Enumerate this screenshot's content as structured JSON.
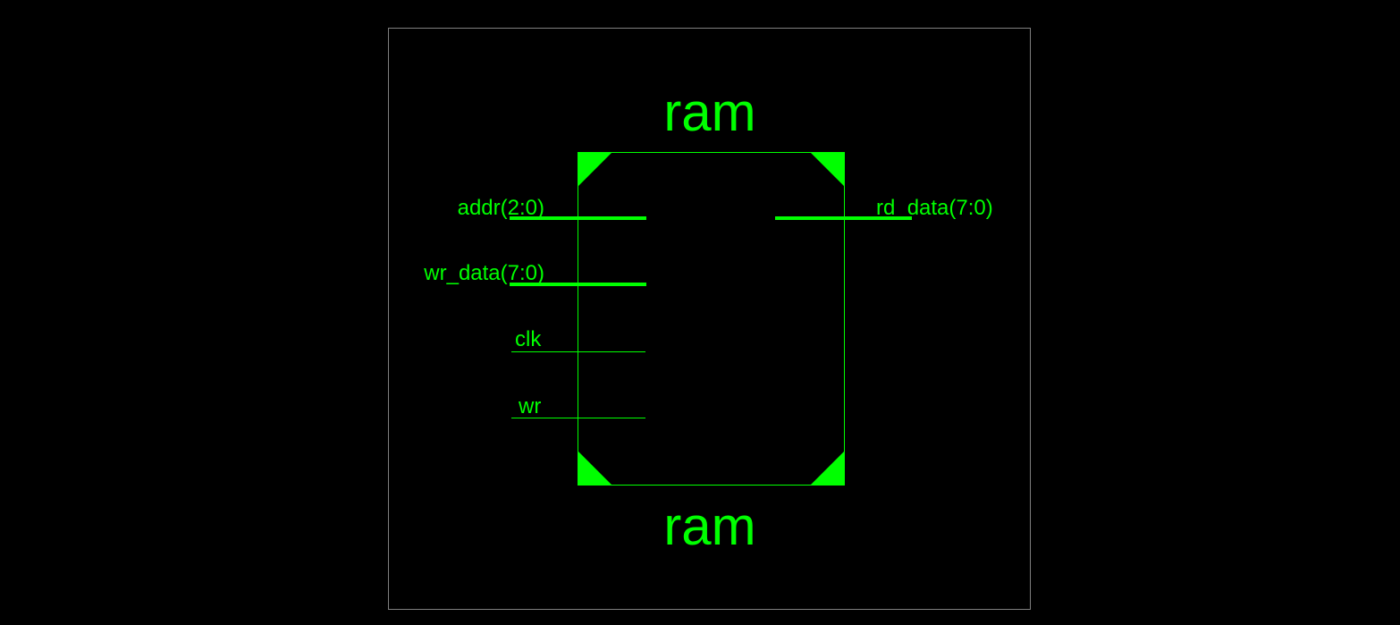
{
  "diagram": {
    "colors": {
      "background": "#000000",
      "symbol": "#00ff00",
      "frame": "#808080"
    },
    "instance_name": "ram",
    "module_name": "ram",
    "ports": {
      "addr": {
        "label": "addr(2:0)",
        "direction": "input",
        "bus": true
      },
      "wr_data": {
        "label": "wr_data(7:0)",
        "direction": "input",
        "bus": true
      },
      "clk": {
        "label": "clk",
        "direction": "input",
        "bus": false
      },
      "wr": {
        "label": "wr",
        "direction": "input",
        "bus": false
      },
      "rd_data": {
        "label": "rd_data(7:0)",
        "direction": "output",
        "bus": true
      }
    }
  }
}
